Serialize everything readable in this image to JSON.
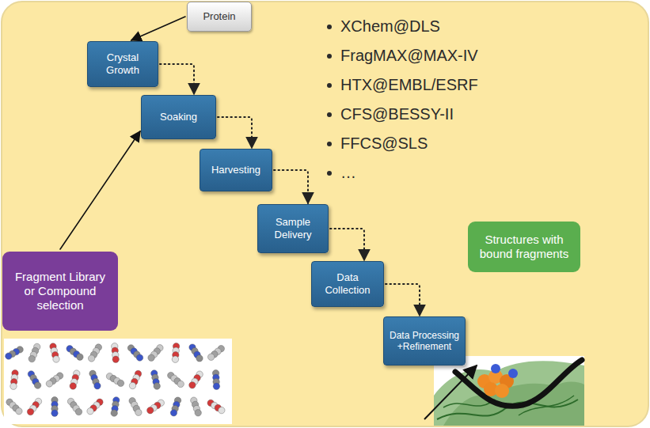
{
  "diagram": {
    "nodes": [
      {
        "text": [
          "Protein"
        ]
      },
      {
        "text": [
          "Crystal Growth"
        ]
      },
      {
        "text": [
          "Soaking"
        ]
      },
      {
        "text": [
          "Harvesting"
        ]
      },
      {
        "text": [
          "Sample Delivery"
        ]
      },
      {
        "text": [
          "Data Collection"
        ]
      },
      {
        "text": [
          "Data Processing +Refinement"
        ]
      },
      {
        "text": [
          "Fragment Library or Compound selection"
        ]
      },
      {
        "text": [
          "Structures with bound fragments"
        ]
      }
    ],
    "edges": [
      {
        "from": 0,
        "to": 1,
        "arrow": "to"
      },
      {
        "from": 1,
        "to": 2,
        "arrow": "to"
      },
      {
        "from": 2,
        "to": 3,
        "arrow": "to"
      },
      {
        "from": 3,
        "to": 4,
        "arrow": "to"
      },
      {
        "from": 4,
        "to": 5,
        "arrow": "to"
      },
      {
        "from": 5,
        "to": 6,
        "arrow": "to"
      },
      {
        "from": 7,
        "to": 2,
        "arrow": "to"
      }
    ],
    "labels": [
      "XChem@DLS",
      "FragMAX@MAX-IV",
      "HTX@EMBL/ESRF",
      "CFS@BESSY-II",
      "FFCS@SLS",
      "…"
    ]
  }
}
